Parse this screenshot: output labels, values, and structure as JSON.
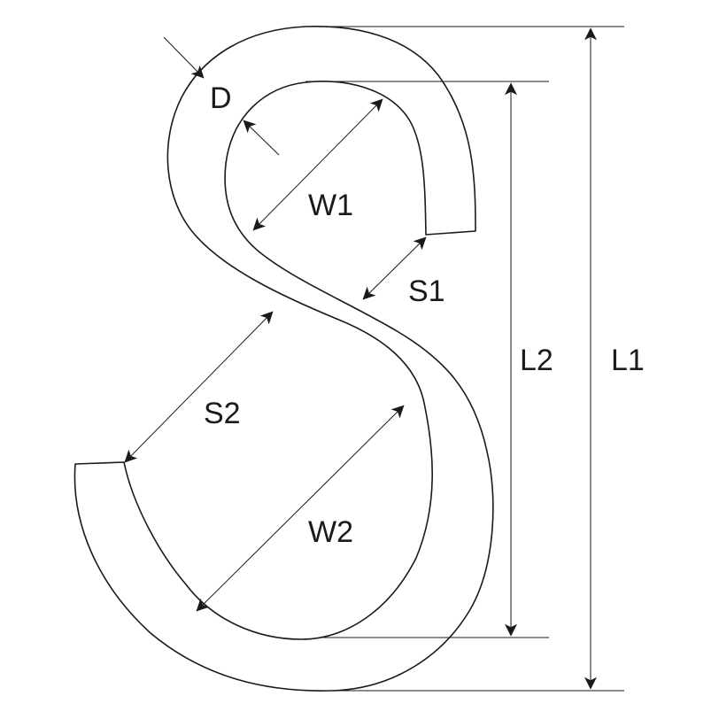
{
  "labels": {
    "D": "D",
    "W1": "W1",
    "S1": "S1",
    "L2": "L2",
    "L1": "L1",
    "S2": "S2",
    "W2": "W2"
  },
  "colors": {
    "stroke": "#1a1a1a",
    "background": "#ffffff"
  }
}
